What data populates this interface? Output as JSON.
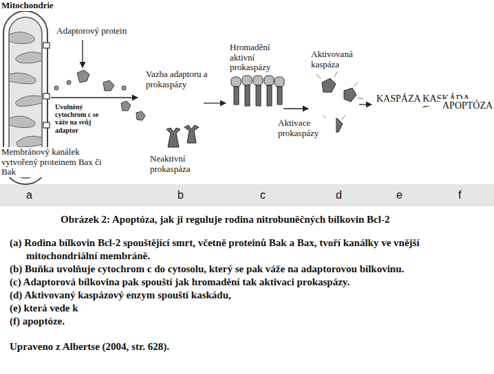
{
  "diagram": {
    "caption": "Obrázek 2: Apoptóza, jak ji reguluje rodina nitrobuněčných bílkovin Bcl-2",
    "nodes": [
      {
        "text": [
          "KASPÁZA KASKÁDA"
        ]
      },
      {
        "text": [
          "APOPTÓZA"
        ]
      }
    ],
    "edges": [
      {
        "from": 0,
        "to": 1,
        "arrow": "to"
      }
    ],
    "labels": [
      "Mitochondrie",
      "Adaptorový protein",
      "Hromadění aktivní prokaspázy",
      "Aktivovaná kaspáza",
      "Vazba adaptoru a prokaspázy",
      "Uvolněný cytochrom c se váže na svůj adaptor",
      "Aktivace prokaspázy",
      "Membránový kanálek vytvořený proteinem Bax či Bak",
      "Neaktivní prokaspáza",
      "a",
      "b",
      "c",
      "d",
      "e",
      "f",
      "(a) Rodina bílkovin Bcl-2 spouštějící smrt, včetně proteinů Bak a Bax, tvoří kanálky ve vnější mitochondriální membráně.",
      "(b) Buňka uvolňuje cytochrom c do cytosolu, který se pak váže na adaptorovou bílkovinu.",
      "(c) Adaptorová bílkovina pak spouští jak hromadění tak aktivaci prokaspázy.",
      "(d) Aktivovaný kaspázový enzym spouští kaskádu,",
      "(e) která vede k",
      "(f) apoptóze.",
      "Upraveno z Albertse (2004, str. 628)."
    ]
  }
}
